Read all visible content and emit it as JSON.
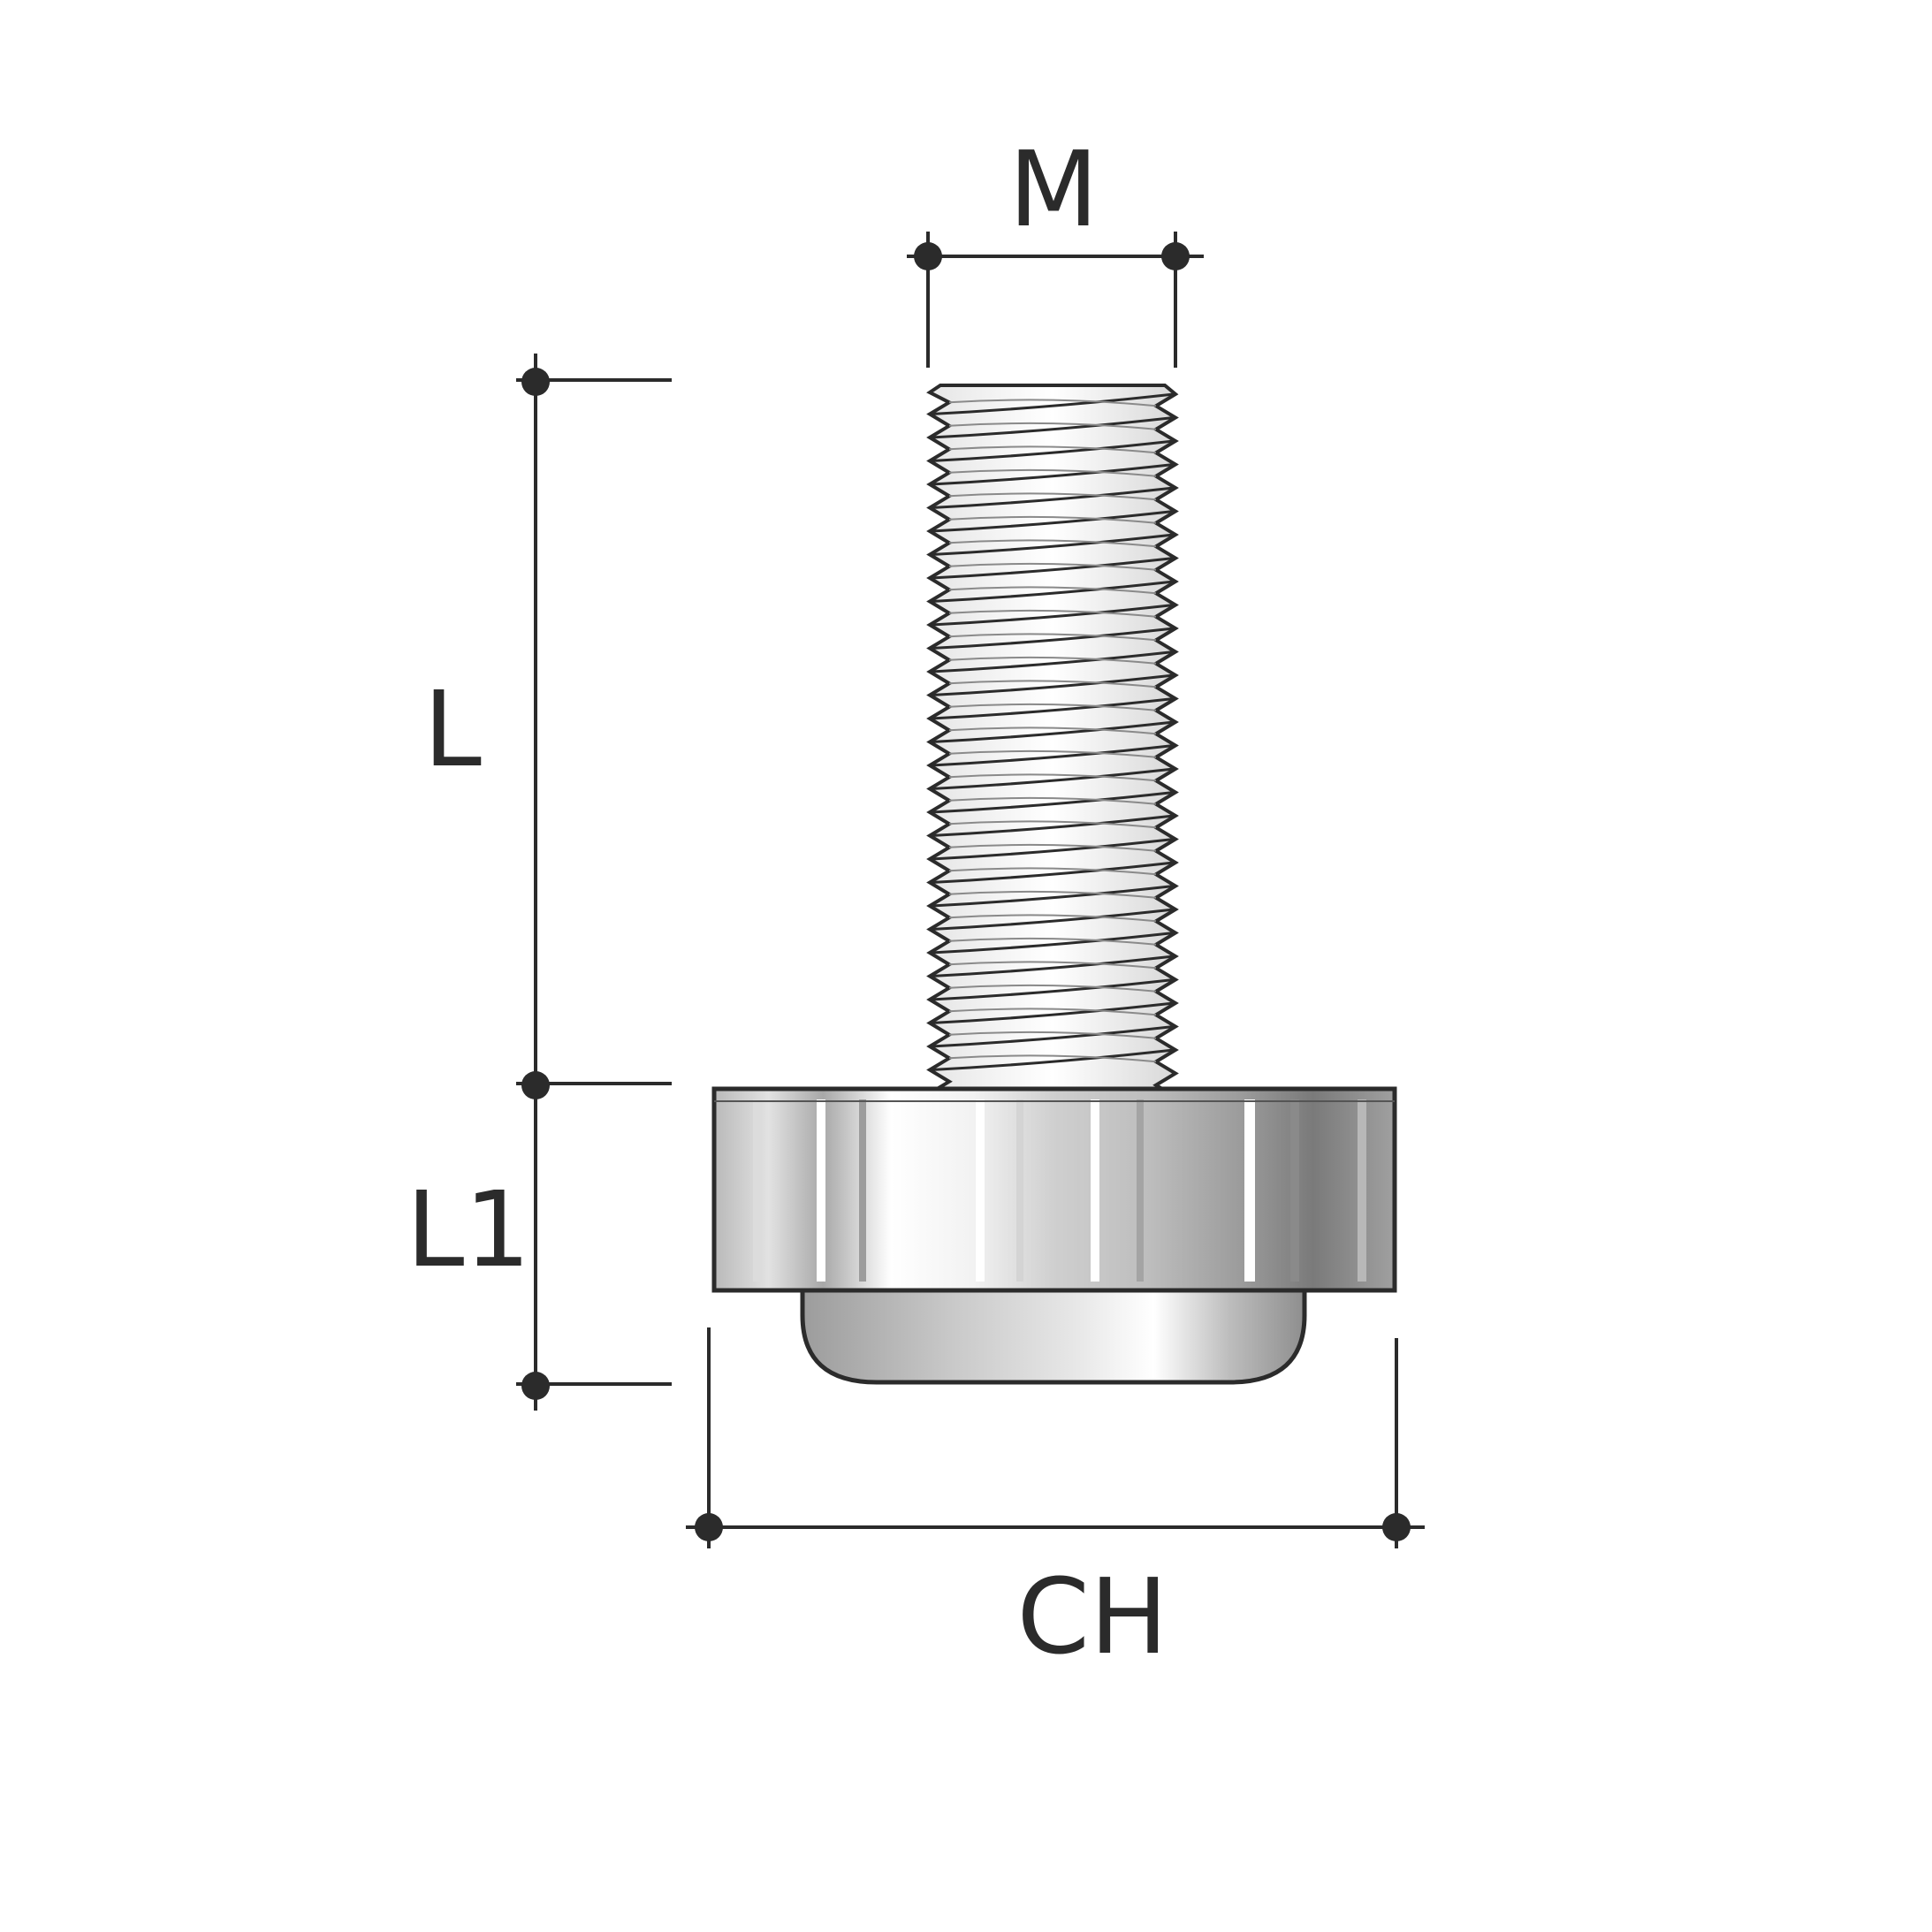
{
  "labels": {
    "thread_diameter": "M",
    "thread_length": "L",
    "base_height": "L1",
    "base_width": "CH"
  },
  "colors": {
    "line": "#2b2b2b",
    "metal_light": "#f4f4f4",
    "metal_mid": "#c8c8c8",
    "metal_dark": "#7c7c7c",
    "background": "#ffffff"
  }
}
